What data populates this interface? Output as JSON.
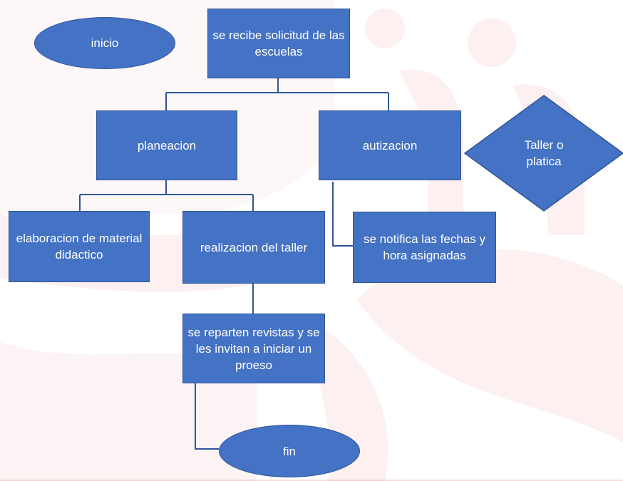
{
  "diagram": {
    "nodes": {
      "inicio": "inicio",
      "solicitud": "se recibe solicitud de las escuelas",
      "planeacion": "planeacion",
      "autizacion": "autizacion",
      "decision": "Taller o platica",
      "elaboracion": "elaboracion de material didactico",
      "realizacion": "realizacion del taller",
      "notifica": "se notifica las fechas y hora asignadas",
      "reparten": "se reparten revistas y se les invitan a iniciar un proeso",
      "fin": "fin"
    },
    "colors": {
      "shape_fill": "#4472c4",
      "shape_border": "#2f5597",
      "connector": "#2f5597",
      "text": "#ffffff",
      "background_watermark": "#c00000"
    }
  }
}
